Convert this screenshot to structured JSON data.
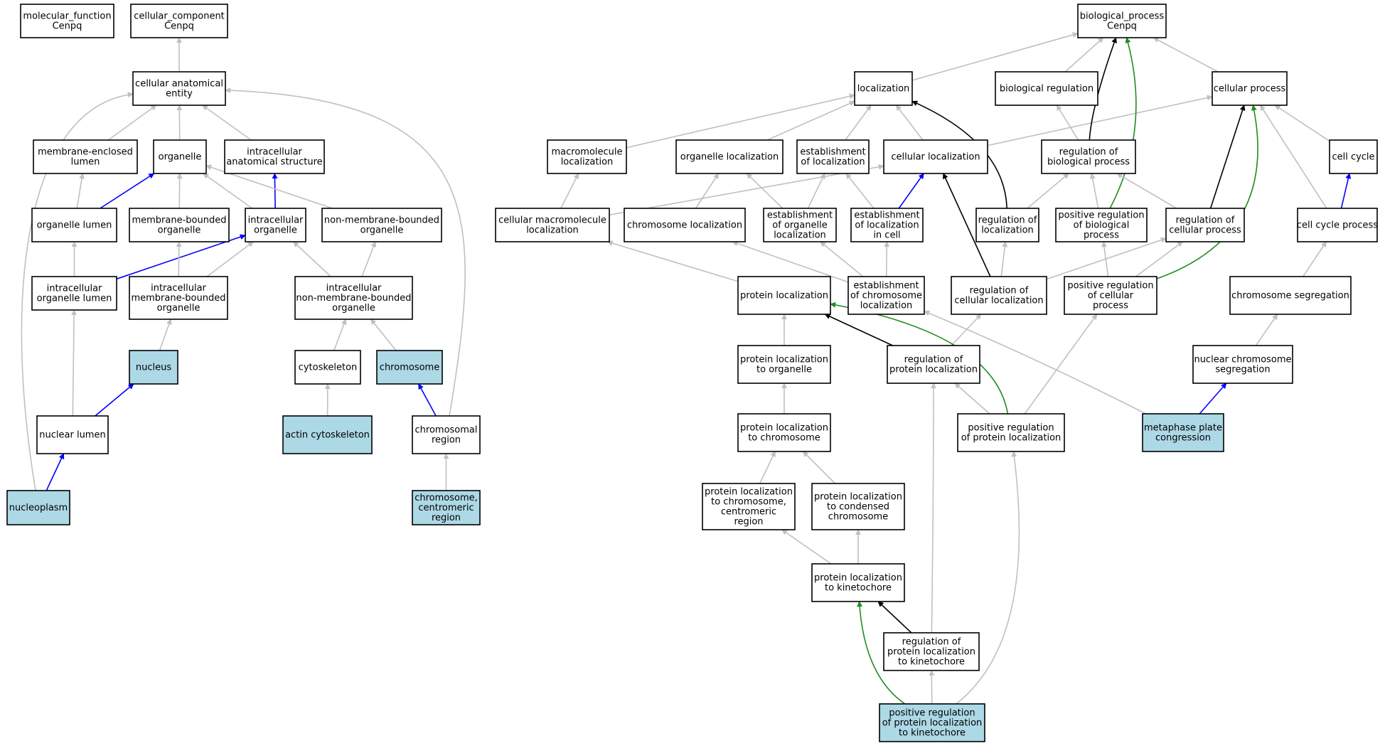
{
  "colors": {
    "node_fill": "#ffffff",
    "highlight_fill": "#add8e6",
    "node_border": "#000000",
    "is_a": "#c0c0c0",
    "part_of": "#0000ff",
    "regulates": "#000000",
    "positively_regulates": "#228b22"
  },
  "nodes": [
    {
      "id": "mf",
      "lines": [
        "molecular_function",
        "Cenpq"
      ],
      "highlight": false
    },
    {
      "id": "cc",
      "lines": [
        "cellular_component",
        "Cenpq"
      ],
      "highlight": false
    },
    {
      "id": "cae",
      "lines": [
        "cellular anatomical",
        "entity"
      ],
      "highlight": false
    },
    {
      "id": "mel",
      "lines": [
        "membrane-enclosed",
        "lumen"
      ],
      "highlight": false
    },
    {
      "id": "organelle",
      "lines": [
        "organelle"
      ],
      "highlight": false
    },
    {
      "id": "ias",
      "lines": [
        "intracellular",
        "anatomical structure"
      ],
      "highlight": false
    },
    {
      "id": "olumen",
      "lines": [
        "organelle lumen"
      ],
      "highlight": false
    },
    {
      "id": "mbo",
      "lines": [
        "membrane-bounded",
        "organelle"
      ],
      "highlight": false
    },
    {
      "id": "io",
      "lines": [
        "intracellular",
        "organelle"
      ],
      "highlight": false
    },
    {
      "id": "nmbo",
      "lines": [
        "non-membrane-bounded",
        "organelle"
      ],
      "highlight": false
    },
    {
      "id": "iol",
      "lines": [
        "intracellular",
        "organelle lumen"
      ],
      "highlight": false
    },
    {
      "id": "imbo",
      "lines": [
        "intracellular",
        "membrane-bounded",
        "organelle"
      ],
      "highlight": false
    },
    {
      "id": "inmbo",
      "lines": [
        "intracellular",
        "non-membrane-bounded",
        "organelle"
      ],
      "highlight": false
    },
    {
      "id": "nucleus",
      "lines": [
        "nucleus"
      ],
      "highlight": true
    },
    {
      "id": "cytoskeleton",
      "lines": [
        "cytoskeleton"
      ],
      "highlight": false
    },
    {
      "id": "chromosome",
      "lines": [
        "chromosome"
      ],
      "highlight": true
    },
    {
      "id": "nlumen",
      "lines": [
        "nuclear lumen"
      ],
      "highlight": false
    },
    {
      "id": "actin",
      "lines": [
        "actin cytoskeleton"
      ],
      "highlight": true
    },
    {
      "id": "chrregion",
      "lines": [
        "chromosomal",
        "region"
      ],
      "highlight": false
    },
    {
      "id": "nucleoplasm",
      "lines": [
        "nucleoplasm"
      ],
      "highlight": true
    },
    {
      "id": "centromeric",
      "lines": [
        "chromosome,",
        "centromeric",
        "region"
      ],
      "highlight": true
    },
    {
      "id": "bp",
      "lines": [
        "biological_process",
        "Cenpq"
      ],
      "highlight": false
    },
    {
      "id": "localization",
      "lines": [
        "localization"
      ],
      "highlight": false
    },
    {
      "id": "bioreg",
      "lines": [
        "biological regulation"
      ],
      "highlight": false
    },
    {
      "id": "cellproc",
      "lines": [
        "cellular process"
      ],
      "highlight": false
    },
    {
      "id": "macroloc",
      "lines": [
        "macromolecule",
        "localization"
      ],
      "highlight": false
    },
    {
      "id": "orgloc",
      "lines": [
        "organelle localization"
      ],
      "highlight": false
    },
    {
      "id": "estloc",
      "lines": [
        "establishment",
        "of localization"
      ],
      "highlight": false
    },
    {
      "id": "cellloc",
      "lines": [
        "cellular localization"
      ],
      "highlight": false
    },
    {
      "id": "regbp",
      "lines": [
        "regulation of",
        "biological process"
      ],
      "highlight": false
    },
    {
      "id": "cellcycle",
      "lines": [
        "cell cycle"
      ],
      "highlight": false
    },
    {
      "id": "cmacroloc",
      "lines": [
        "cellular macromolecule",
        "localization"
      ],
      "highlight": false
    },
    {
      "id": "chrloc",
      "lines": [
        "chromosome localization"
      ],
      "highlight": false
    },
    {
      "id": "estorgloc",
      "lines": [
        "establishment",
        "of organelle",
        "localization"
      ],
      "highlight": false
    },
    {
      "id": "estlocincell",
      "lines": [
        "establishment",
        "of localization",
        "in cell"
      ],
      "highlight": false
    },
    {
      "id": "regloc",
      "lines": [
        "regulation of",
        "localization"
      ],
      "highlight": false
    },
    {
      "id": "posregbp",
      "lines": [
        "positive regulation",
        "of biological",
        "process"
      ],
      "highlight": false
    },
    {
      "id": "regcp",
      "lines": [
        "regulation of",
        "cellular process"
      ],
      "highlight": false
    },
    {
      "id": "ccp",
      "lines": [
        "cell cycle process"
      ],
      "highlight": false
    },
    {
      "id": "protloc",
      "lines": [
        "protein localization"
      ],
      "highlight": false
    },
    {
      "id": "estchrloc",
      "lines": [
        "establishment",
        "of chromosome",
        "localization"
      ],
      "highlight": false
    },
    {
      "id": "regcellloc",
      "lines": [
        "regulation of",
        "cellular localization"
      ],
      "highlight": false
    },
    {
      "id": "posregcp",
      "lines": [
        "positive regulation",
        "of cellular",
        "process"
      ],
      "highlight": false
    },
    {
      "id": "chrseg",
      "lines": [
        "chromosome segregation"
      ],
      "highlight": false
    },
    {
      "id": "plorg",
      "lines": [
        "protein localization",
        "to organelle"
      ],
      "highlight": false
    },
    {
      "id": "regprotloc",
      "lines": [
        "regulation of",
        "protein localization"
      ],
      "highlight": false
    },
    {
      "id": "ncs",
      "lines": [
        "nuclear chromosome",
        "segregation"
      ],
      "highlight": false
    },
    {
      "id": "plchr",
      "lines": [
        "protein localization",
        "to chromosome"
      ],
      "highlight": false
    },
    {
      "id": "posregprotloc",
      "lines": [
        "positive regulation",
        "of protein localization"
      ],
      "highlight": false
    },
    {
      "id": "mpc",
      "lines": [
        "metaphase plate",
        "congression"
      ],
      "highlight": true
    },
    {
      "id": "plchrcen",
      "lines": [
        "protein localization",
        "to chromosome,",
        "centromeric",
        "region"
      ],
      "highlight": false
    },
    {
      "id": "plcond",
      "lines": [
        "protein localization",
        "to condensed",
        "chromosome"
      ],
      "highlight": false
    },
    {
      "id": "plkin",
      "lines": [
        "protein localization",
        "to kinetochore"
      ],
      "highlight": false
    },
    {
      "id": "regplkin",
      "lines": [
        "regulation of",
        "protein localization",
        "to kinetochore"
      ],
      "highlight": false
    },
    {
      "id": "posregplkin",
      "lines": [
        "positive regulation",
        "of protein localization",
        "to kinetochore"
      ],
      "highlight": true
    }
  ],
  "edges": [
    {
      "from": "cae",
      "to": "cc",
      "type": "is_a"
    },
    {
      "from": "mel",
      "to": "cae",
      "type": "is_a"
    },
    {
      "from": "organelle",
      "to": "cae",
      "type": "is_a"
    },
    {
      "from": "ias",
      "to": "cae",
      "type": "is_a"
    },
    {
      "from": "olumen",
      "to": "mel",
      "type": "is_a"
    },
    {
      "from": "olumen",
      "to": "organelle",
      "type": "part_of"
    },
    {
      "from": "mbo",
      "to": "organelle",
      "type": "is_a"
    },
    {
      "from": "io",
      "to": "organelle",
      "type": "is_a"
    },
    {
      "from": "io",
      "to": "ias",
      "type": "part_of"
    },
    {
      "from": "nmbo",
      "to": "organelle",
      "type": "is_a"
    },
    {
      "from": "iol",
      "to": "olumen",
      "type": "is_a"
    },
    {
      "from": "iol",
      "to": "io",
      "type": "part_of"
    },
    {
      "from": "imbo",
      "to": "mbo",
      "type": "is_a"
    },
    {
      "from": "imbo",
      "to": "io",
      "type": "is_a"
    },
    {
      "from": "inmbo",
      "to": "io",
      "type": "is_a"
    },
    {
      "from": "inmbo",
      "to": "nmbo",
      "type": "is_a"
    },
    {
      "from": "nucleus",
      "to": "imbo",
      "type": "is_a"
    },
    {
      "from": "cytoskeleton",
      "to": "inmbo",
      "type": "is_a"
    },
    {
      "from": "chromosome",
      "to": "inmbo",
      "type": "is_a"
    },
    {
      "from": "nlumen",
      "to": "iol",
      "type": "is_a"
    },
    {
      "from": "nlumen",
      "to": "nucleus",
      "type": "part_of"
    },
    {
      "from": "actin",
      "to": "cytoskeleton",
      "type": "is_a"
    },
    {
      "from": "chrregion",
      "to": "chromosome",
      "type": "part_of"
    },
    {
      "from": "chrregion",
      "to": "cae",
      "type": "is_a"
    },
    {
      "from": "nucleoplasm",
      "to": "nlumen",
      "type": "part_of"
    },
    {
      "from": "nucleoplasm",
      "to": "cae",
      "type": "is_a"
    },
    {
      "from": "centromeric",
      "to": "chrregion",
      "type": "is_a"
    },
    {
      "from": "localization",
      "to": "bp",
      "type": "is_a"
    },
    {
      "from": "bioreg",
      "to": "bp",
      "type": "is_a"
    },
    {
      "from": "cellproc",
      "to": "bp",
      "type": "is_a"
    },
    {
      "from": "macroloc",
      "to": "localization",
      "type": "is_a"
    },
    {
      "from": "orgloc",
      "to": "localization",
      "type": "is_a"
    },
    {
      "from": "estloc",
      "to": "localization",
      "type": "is_a"
    },
    {
      "from": "cellloc",
      "to": "localization",
      "type": "is_a"
    },
    {
      "from": "cellloc",
      "to": "cellproc",
      "type": "is_a"
    },
    {
      "from": "regbp",
      "to": "bioreg",
      "type": "is_a"
    },
    {
      "from": "regbp",
      "to": "bp",
      "type": "regulates"
    },
    {
      "from": "cellcycle",
      "to": "cellproc",
      "type": "is_a"
    },
    {
      "from": "cmacroloc",
      "to": "macroloc",
      "type": "is_a"
    },
    {
      "from": "cmacroloc",
      "to": "cellloc",
      "type": "is_a"
    },
    {
      "from": "chrloc",
      "to": "orgloc",
      "type": "is_a"
    },
    {
      "from": "estorgloc",
      "to": "orgloc",
      "type": "is_a"
    },
    {
      "from": "estorgloc",
      "to": "estloc",
      "type": "is_a"
    },
    {
      "from": "estlocincell",
      "to": "estloc",
      "type": "is_a"
    },
    {
      "from": "estlocincell",
      "to": "cellloc",
      "type": "part_of"
    },
    {
      "from": "regloc",
      "to": "regbp",
      "type": "is_a"
    },
    {
      "from": "regloc",
      "to": "localization",
      "type": "regulates"
    },
    {
      "from": "posregbp",
      "to": "regbp",
      "type": "is_a"
    },
    {
      "from": "posregbp",
      "to": "bp",
      "type": "positively_regulates"
    },
    {
      "from": "regcp",
      "to": "regbp",
      "type": "is_a"
    },
    {
      "from": "regcp",
      "to": "cellproc",
      "type": "regulates"
    },
    {
      "from": "ccp",
      "to": "cellproc",
      "type": "is_a"
    },
    {
      "from": "ccp",
      "to": "cellcycle",
      "type": "part_of"
    },
    {
      "from": "protloc",
      "to": "cmacroloc",
      "type": "is_a"
    },
    {
      "from": "estchrloc",
      "to": "chrloc",
      "type": "is_a"
    },
    {
      "from": "estchrloc",
      "to": "estorgloc",
      "type": "is_a"
    },
    {
      "from": "estchrloc",
      "to": "estlocincell",
      "type": "is_a"
    },
    {
      "from": "regcellloc",
      "to": "regloc",
      "type": "is_a"
    },
    {
      "from": "regcellloc",
      "to": "regcp",
      "type": "is_a"
    },
    {
      "from": "regcellloc",
      "to": "cellloc",
      "type": "regulates"
    },
    {
      "from": "posregcp",
      "to": "posregbp",
      "type": "is_a"
    },
    {
      "from": "posregcp",
      "to": "regcp",
      "type": "is_a"
    },
    {
      "from": "posregcp",
      "to": "cellproc",
      "type": "positively_regulates"
    },
    {
      "from": "chrseg",
      "to": "ccp",
      "type": "is_a"
    },
    {
      "from": "plorg",
      "to": "protloc",
      "type": "is_a"
    },
    {
      "from": "regprotloc",
      "to": "regcellloc",
      "type": "is_a"
    },
    {
      "from": "regprotloc",
      "to": "protloc",
      "type": "regulates"
    },
    {
      "from": "ncs",
      "to": "chrseg",
      "type": "is_a"
    },
    {
      "from": "plchr",
      "to": "plorg",
      "type": "is_a"
    },
    {
      "from": "posregprotloc",
      "to": "regprotloc",
      "type": "is_a"
    },
    {
      "from": "posregprotloc",
      "to": "posregcp",
      "type": "is_a"
    },
    {
      "from": "posregprotloc",
      "to": "protloc",
      "type": "positively_regulates"
    },
    {
      "from": "mpc",
      "to": "ncs",
      "type": "part_of"
    },
    {
      "from": "mpc",
      "to": "estchrloc",
      "type": "is_a"
    },
    {
      "from": "plchrcen",
      "to": "plchr",
      "type": "is_a"
    },
    {
      "from": "plcond",
      "to": "plchr",
      "type": "is_a"
    },
    {
      "from": "plkin",
      "to": "plchrcen",
      "type": "is_a"
    },
    {
      "from": "plkin",
      "to": "plcond",
      "type": "is_a"
    },
    {
      "from": "regplkin",
      "to": "regprotloc",
      "type": "is_a"
    },
    {
      "from": "regplkin",
      "to": "plkin",
      "type": "regulates"
    },
    {
      "from": "posregplkin",
      "to": "regplkin",
      "type": "is_a"
    },
    {
      "from": "posregplkin",
      "to": "posregprotloc",
      "type": "is_a"
    },
    {
      "from": "posregplkin",
      "to": "plkin",
      "type": "positively_regulates"
    }
  ]
}
